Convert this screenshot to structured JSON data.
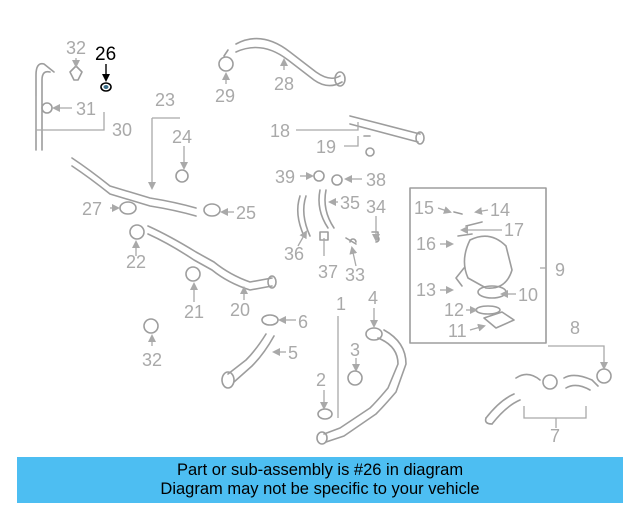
{
  "diagram": {
    "highlight_part": "26",
    "highlight_color": "#000000",
    "part_color": "#a9a9a9",
    "callouts": [
      "32",
      "26",
      "28",
      "29",
      "31",
      "30",
      "23",
      "24",
      "18",
      "19",
      "39",
      "38",
      "27",
      "25",
      "35",
      "34",
      "15",
      "14",
      "17",
      "16",
      "9",
      "22",
      "36",
      "37",
      "33",
      "13",
      "10",
      "12",
      "11",
      "21",
      "20",
      "1",
      "4",
      "6",
      "5",
      "8",
      "32",
      "3",
      "2",
      "7"
    ]
  },
  "banner": {
    "line1": "Part or sub-assembly is #26 in diagram",
    "line2": "Diagram may not be specific to your vehicle",
    "background": "#4dbef2"
  }
}
